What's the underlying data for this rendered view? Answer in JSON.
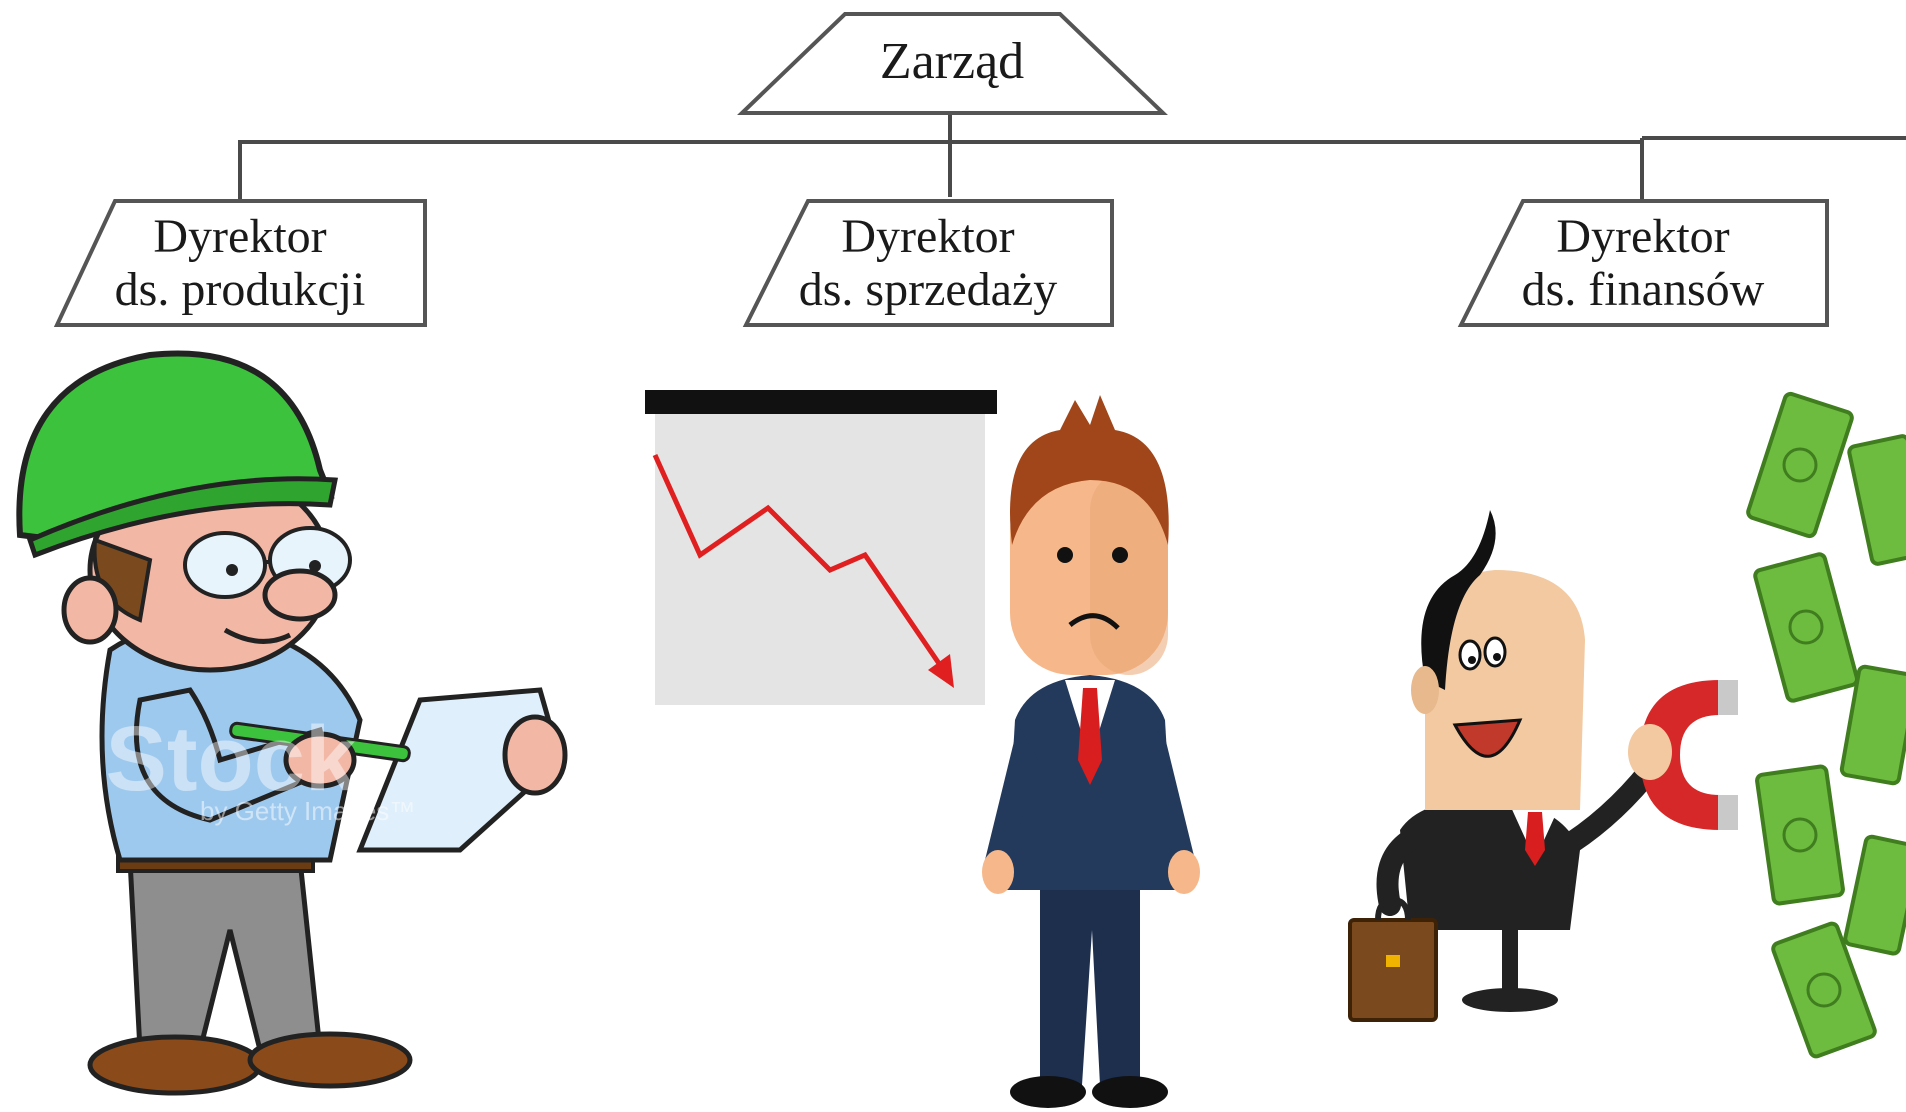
{
  "org_chart": {
    "root": {
      "label": "Zarząd"
    },
    "children": [
      {
        "id": "production",
        "line1": "Dyrektor",
        "line2": "ds. produkcji"
      },
      {
        "id": "sales",
        "line1": "Dyrektor",
        "line2": "ds. sprzedaży"
      },
      {
        "id": "finance",
        "line1": "Dyrektor",
        "line2": "ds. finansów"
      }
    ]
  },
  "watermarks": {
    "istock": "iStock",
    "istock_sub": "by Getty Images™"
  },
  "colors": {
    "line": "#4a4a4a",
    "helmet": "#3cc23c",
    "chart_line": "#e02020",
    "suit": "#233a5c",
    "tie": "#d81e1e",
    "money": "#6dbb3f",
    "magnet": "#d62828"
  }
}
